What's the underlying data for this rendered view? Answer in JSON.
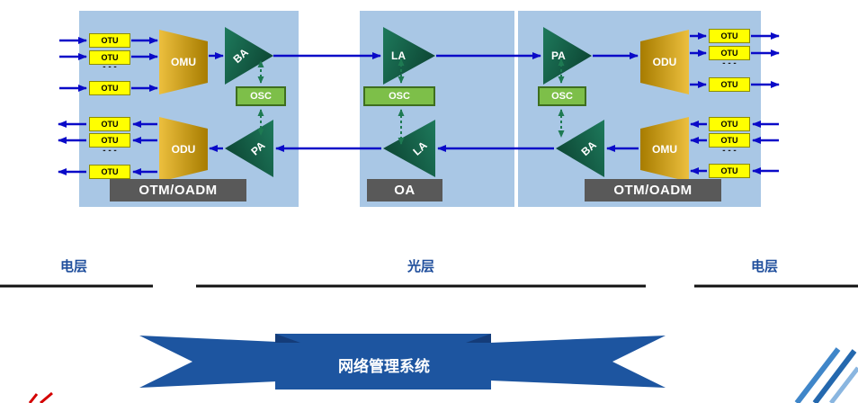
{
  "components": {
    "otu": "OTU",
    "omu": "OMU",
    "odu": "ODU",
    "ba": "BA",
    "la": "LA",
    "pa": "PA",
    "osc": "OSC",
    "ellipsis": "- - -"
  },
  "node_labels": {
    "left_site": "OTM/OADM",
    "middle_site": "OA",
    "right_site": "OTM/OADM"
  },
  "layers": {
    "left": "电层",
    "middle": "光层",
    "right": "电层"
  },
  "banner": {
    "label": "网络管理系统"
  },
  "colors": {
    "panel_blue": "#a9c7e5",
    "otu_yellow": "#ffff00",
    "mux_gold": "#c79417",
    "amp_green": "#155e49",
    "osc_green": "#7dbf49",
    "site_label_gray": "#595959",
    "arrow_blue": "#0a0ac8",
    "osc_arrow_green": "#1e7a52",
    "banner_blue": "#1d55a0",
    "layer_text_blue": "#1f4e9c"
  }
}
